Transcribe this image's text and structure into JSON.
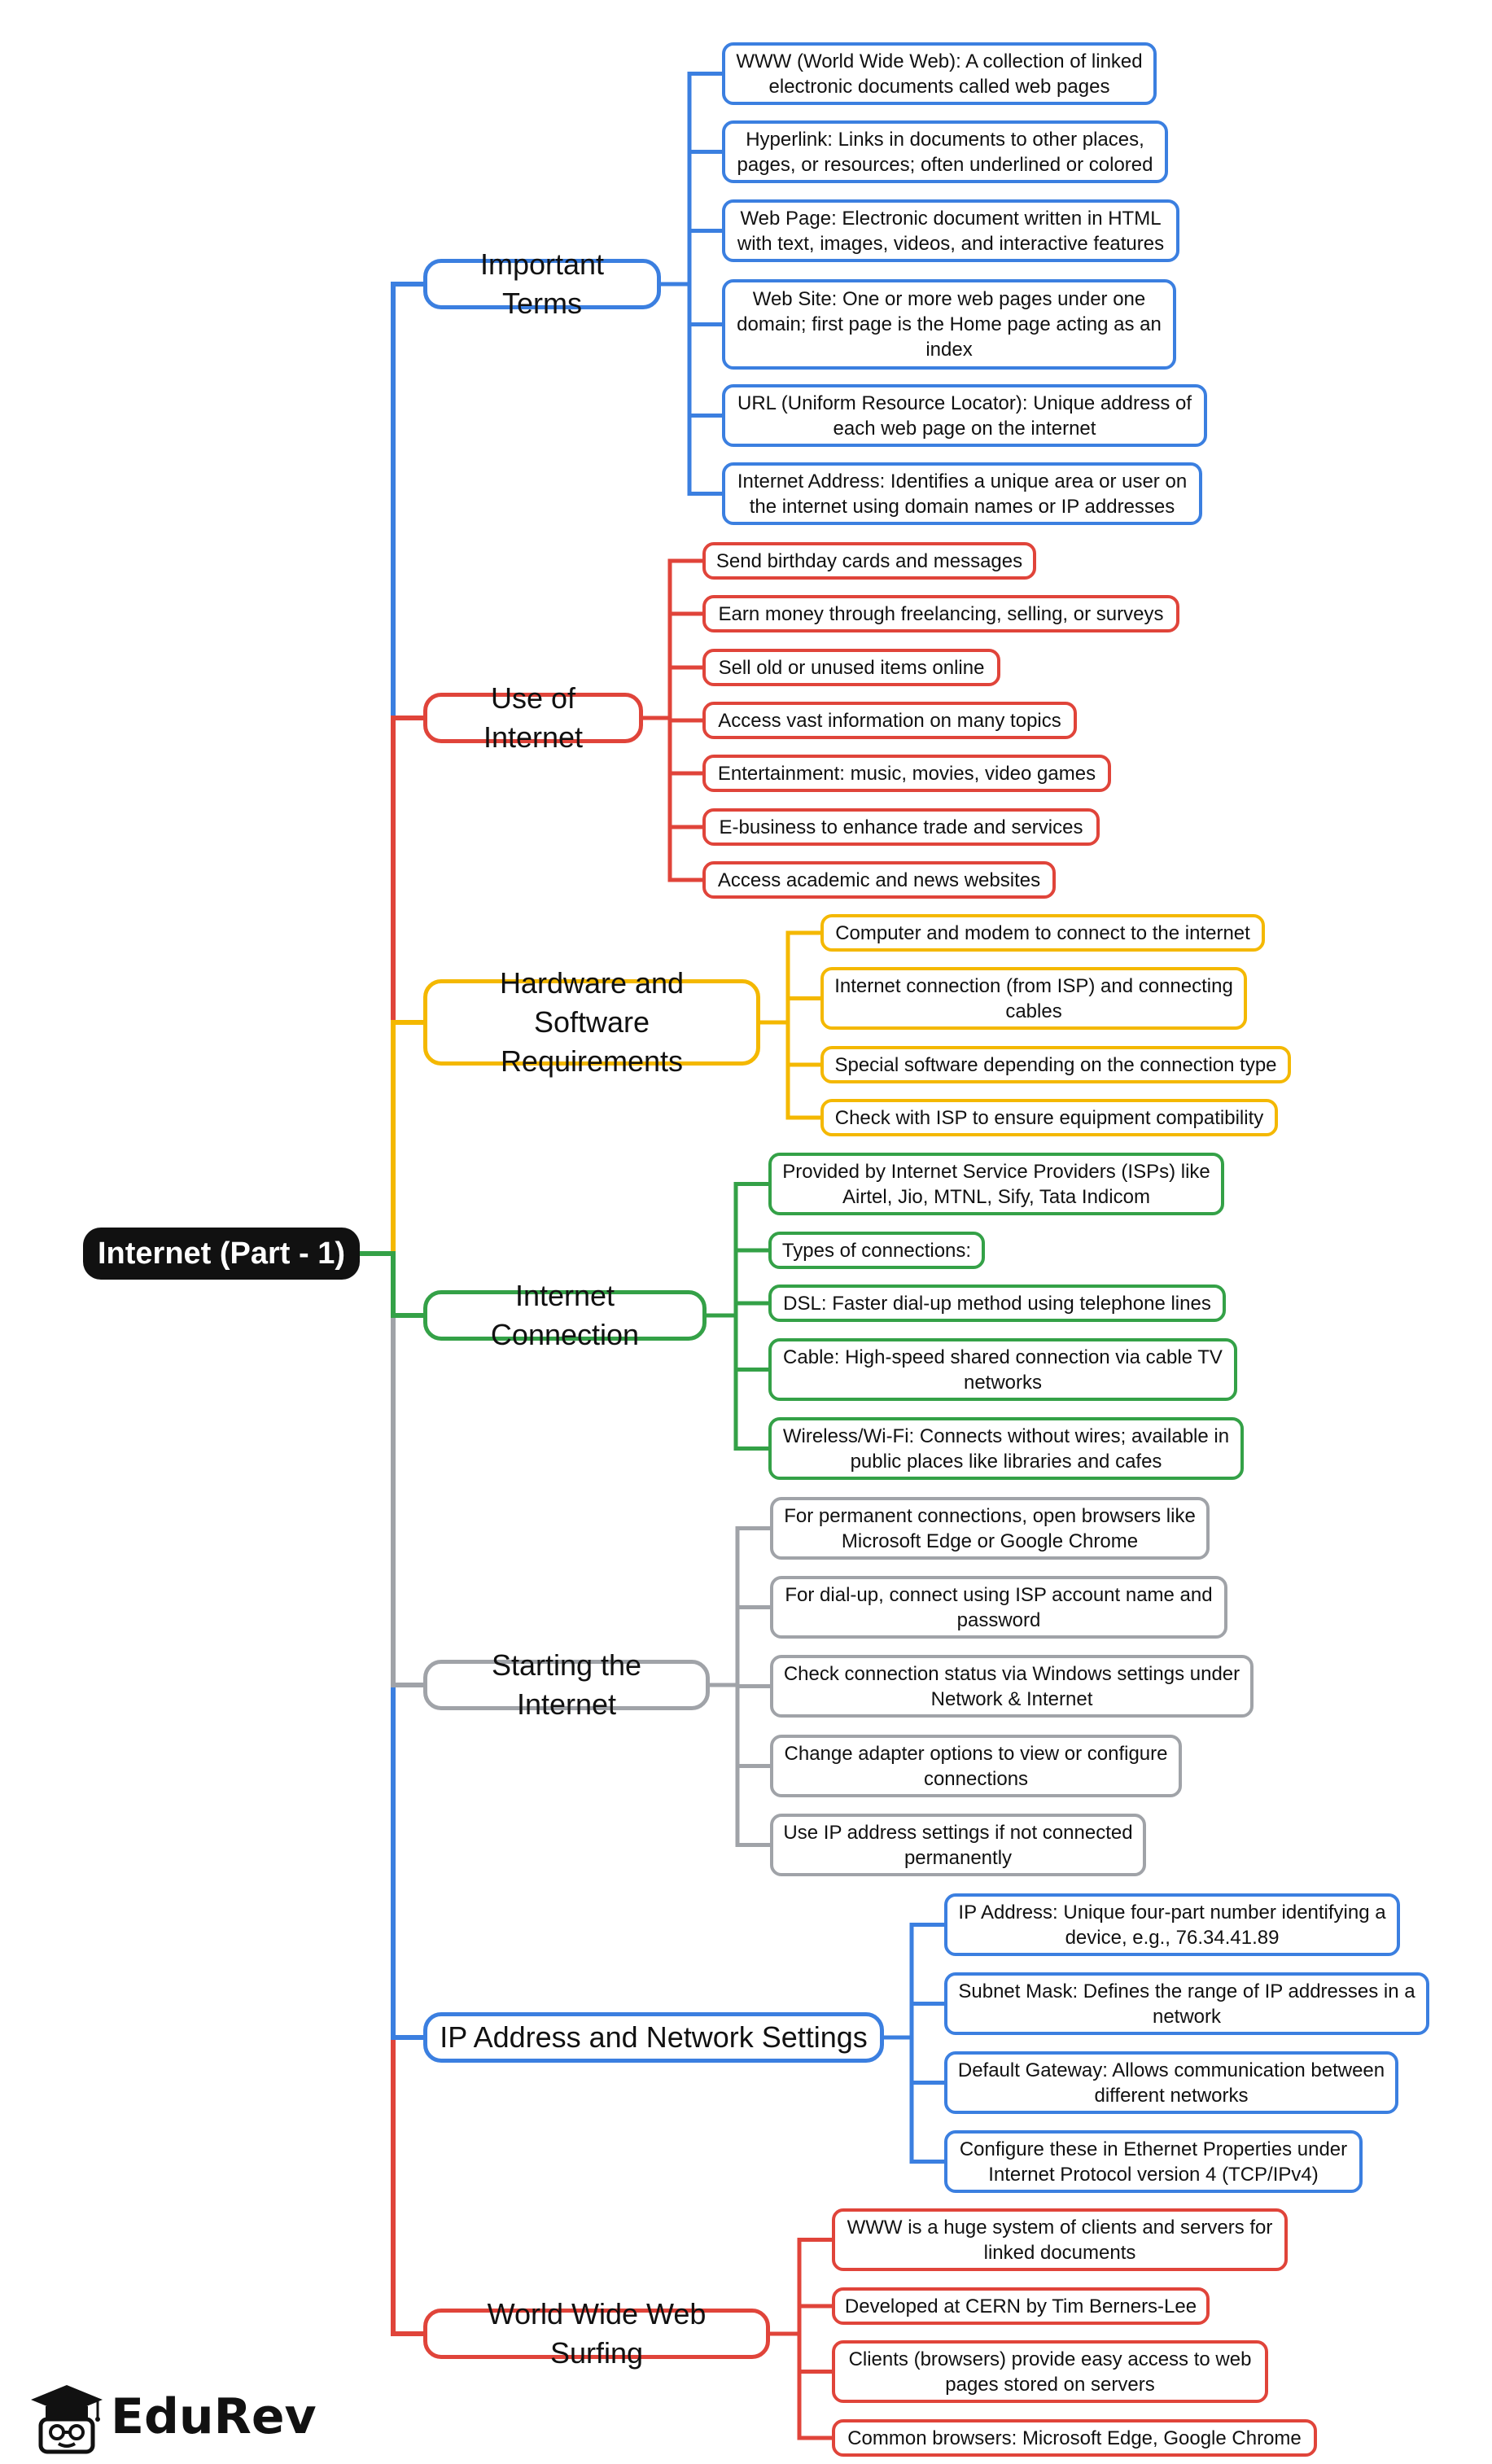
{
  "root": {
    "label": "Internet (Part - 1)"
  },
  "colors": {
    "blue": "#3b7fe0",
    "red": "#e0443a",
    "yellow": "#f4b800",
    "green": "#34a147",
    "gray": "#a0a3a8",
    "root_bg": "#111111"
  },
  "branches": [
    {
      "label": "Important Terms",
      "color": "#3b7fe0",
      "leaves": [
        "WWW (World Wide Web): A collection of linked electronic documents called web pages",
        "Hyperlink: Links in documents to other places, pages, or resources; often underlined or colored",
        "Web Page: Electronic document written in HTML with text, images, videos, and interactive features",
        "Web Site: One or more web pages under one domain; first page is the Home page acting as an index",
        "URL (Uniform Resource Locator): Unique address of each web page on the internet",
        "Internet Address: Identifies a unique area or user on the internet using domain names or IP addresses"
      ]
    },
    {
      "label": "Use of Internet",
      "color": "#e0443a",
      "leaves": [
        "Send birthday cards and messages",
        "Earn money through freelancing, selling, or surveys",
        "Sell old or unused items online",
        "Access vast information on many topics",
        "Entertainment: music, movies, video games",
        "E-business to enhance trade and services",
        "Access academic and news websites"
      ]
    },
    {
      "label": "Hardware and Software Requirements",
      "color": "#f4b800",
      "leaves": [
        "Computer and modem to connect to the internet",
        "Internet connection (from ISP) and connecting cables",
        "Special software depending on the connection type",
        "Check with ISP to ensure equipment compatibility"
      ]
    },
    {
      "label": "Internet Connection",
      "color": "#34a147",
      "leaves": [
        "Provided by Internet Service Providers (ISPs) like Airtel, Jio, MTNL, Sify, Tata Indicom",
        "Types of connections:",
        "DSL: Faster dial-up method using telephone lines",
        "Cable: High-speed shared connection via cable TV networks",
        "Wireless/Wi-Fi: Connects without wires; available in public places like libraries and cafes"
      ]
    },
    {
      "label": "Starting the Internet",
      "color": "#a0a3a8",
      "leaves": [
        "For permanent connections, open browsers like Microsoft Edge or Google Chrome",
        "For dial-up, connect using ISP account name and password",
        "Check connection status via Windows settings under Network & Internet",
        "Change adapter options to view or configure connections",
        "Use IP address settings if not connected permanently"
      ]
    },
    {
      "label": "IP Address and Network Settings",
      "color": "#3b7fe0",
      "leaves": [
        "IP Address: Unique four-part number identifying a device, e.g., 76.34.41.89",
        "Subnet Mask: Defines the range of IP addresses in a network",
        "Default Gateway: Allows communication between different networks",
        "Configure these in Ethernet Properties under Internet Protocol version 4 (TCP/IPv4)"
      ]
    },
    {
      "label": "World Wide Web Surfing",
      "color": "#e0443a",
      "leaves": [
        "WWW is a huge system of clients and servers for linked documents",
        "Developed at CERN by Tim Berners-Lee",
        "Clients (browsers) provide easy access to web pages stored on servers",
        "Common browsers: Microsoft Edge, Google Chrome"
      ]
    }
  ],
  "logo": {
    "text": "EduRev",
    "icon": "graduation-cap-icon"
  }
}
